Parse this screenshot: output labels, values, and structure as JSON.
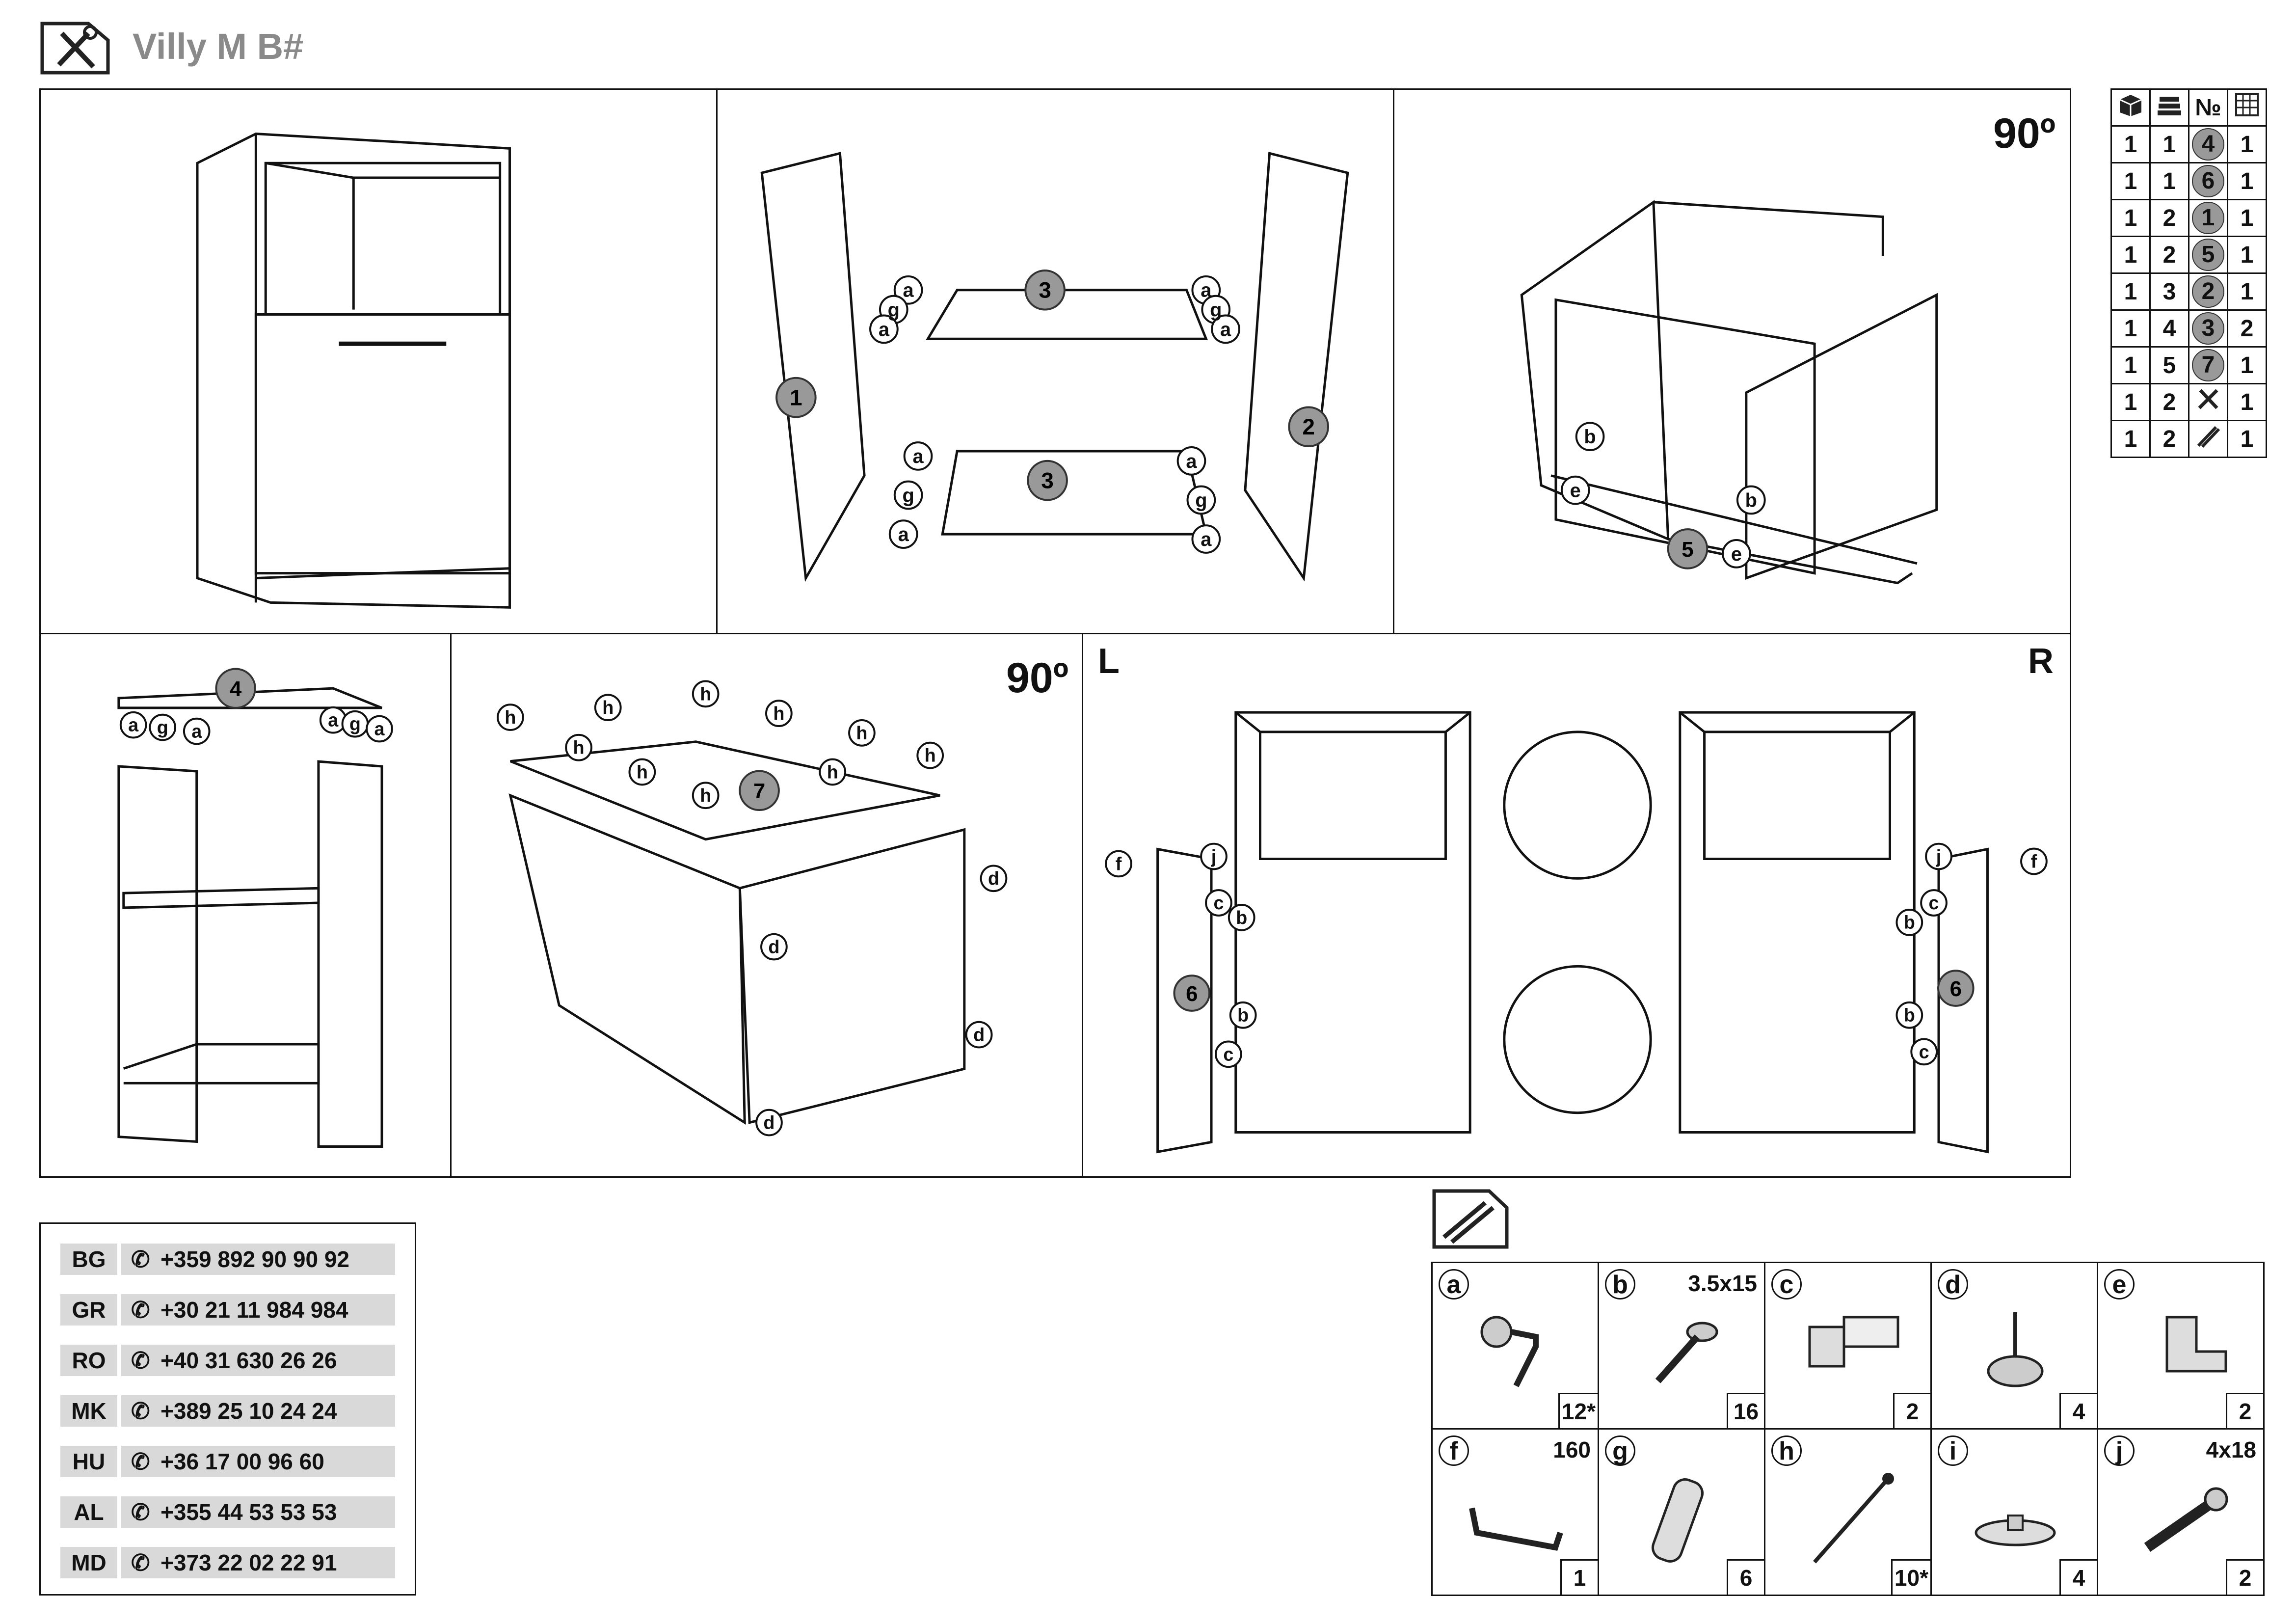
{
  "header": {
    "title": "Villy M B#",
    "icon": "tools-icon"
  },
  "panels": {
    "rotate_label": "90º",
    "left_label": "L",
    "right_label": "R",
    "hw_letters": {
      "a": "a",
      "b": "b",
      "c": "c",
      "d": "d",
      "e": "e",
      "f": "f",
      "g": "g",
      "h": "h",
      "j": "j"
    },
    "part_numbers": {
      "p1": "1",
      "p2": "2",
      "p3": "3",
      "p4": "4",
      "p5": "5",
      "p6": "6",
      "p7": "7"
    }
  },
  "parts_table": {
    "header_icons": [
      "package-icon",
      "stack-icon",
      "№",
      "sheet-icon"
    ],
    "rows": [
      [
        "1",
        "1",
        "4",
        "1"
      ],
      [
        "1",
        "1",
        "6",
        "1"
      ],
      [
        "1",
        "2",
        "1",
        "1"
      ],
      [
        "1",
        "2",
        "5",
        "1"
      ],
      [
        "1",
        "3",
        "2",
        "1"
      ],
      [
        "1",
        "4",
        "3",
        "2"
      ],
      [
        "1",
        "5",
        "7",
        "1"
      ],
      [
        "1",
        "2",
        "tools-icon",
        "1"
      ],
      [
        "1",
        "2",
        "hardware-icon",
        "1"
      ]
    ]
  },
  "contacts": [
    {
      "country": "BG",
      "phone": "+359 892 90 90 92"
    },
    {
      "country": "GR",
      "phone": "+30 21 11 984 984"
    },
    {
      "country": "RO",
      "phone": "+40 31 630 26 26"
    },
    {
      "country": "MK",
      "phone": "+389 25 10 24 24"
    },
    {
      "country": "HU",
      "phone": "+36 17 00 96 60"
    },
    {
      "country": "AL",
      "phone": "+355 44 53 53 53"
    },
    {
      "country": "MD",
      "phone": "+373 22 02 22 91"
    }
  ],
  "hardware": [
    {
      "letter": "a",
      "size": "",
      "qty": "12*",
      "icon": "cam-lock-icon"
    },
    {
      "letter": "b",
      "size": "3.5x15",
      "qty": "16",
      "icon": "screw-icon"
    },
    {
      "letter": "c",
      "size": "",
      "qty": "2",
      "icon": "hinge-icon"
    },
    {
      "letter": "d",
      "size": "",
      "qty": "4",
      "icon": "nail-glide-icon"
    },
    {
      "letter": "e",
      "size": "",
      "qty": "2",
      "icon": "corner-bracket-icon"
    },
    {
      "letter": "f",
      "size": "160",
      "qty": "1",
      "icon": "handle-icon"
    },
    {
      "letter": "g",
      "size": "",
      "qty": "6",
      "icon": "dowel-icon"
    },
    {
      "letter": "h",
      "size": "",
      "qty": "10*",
      "icon": "nail-icon"
    },
    {
      "letter": "i",
      "size": "",
      "qty": "4",
      "icon": "foot-pad-icon"
    },
    {
      "letter": "j",
      "size": "4x18",
      "qty": "2",
      "icon": "bolt-icon"
    }
  ]
}
